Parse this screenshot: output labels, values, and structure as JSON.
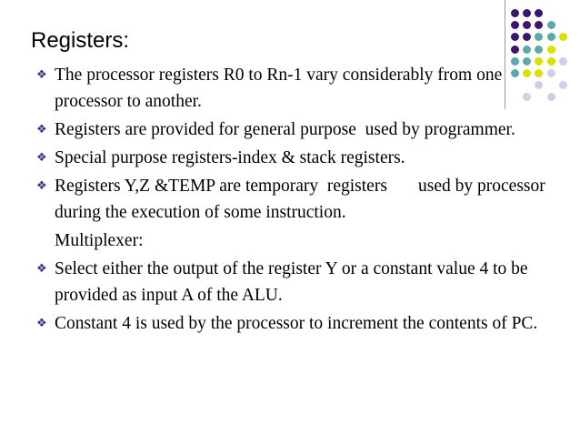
{
  "slide": {
    "title": "Registers:",
    "subheading": "Multiplexer:",
    "bullet_glyph": "❖",
    "bullets": [
      {
        "text": "The processor registers R0 to Rn-1 vary considerably from one processor to another."
      },
      {
        "text": "Registers are provided for general purpose  used by programmer."
      },
      {
        "text": "Special purpose registers-index & stack registers."
      },
      {
        "text": "Registers Y,Z &TEMP are temporary  registers       used by processor  during the execution of some instruction."
      },
      {
        "text": "Select either the output of the register Y or a constant value 4 to be provided as input A of the ALU."
      },
      {
        "text": "Constant 4 is used by the processor to increment the contents of PC."
      }
    ]
  },
  "decoration": {
    "colors": {
      "purple": "#3b1570",
      "teal": "#5fa8a8",
      "yellow": "#dede00",
      "lavender": "#cfcfe8",
      "rule": "#9a9a9a"
    },
    "dot_rows": [
      [
        "purple",
        "purple",
        "purple",
        "none",
        "none"
      ],
      [
        "purple",
        "purple",
        "purple",
        "teal",
        "none"
      ],
      [
        "purple",
        "purple",
        "teal",
        "teal",
        "yellow"
      ],
      [
        "purple",
        "teal",
        "teal",
        "yellow",
        "none"
      ],
      [
        "teal",
        "teal",
        "yellow",
        "yellow",
        "lavender"
      ],
      [
        "teal",
        "yellow",
        "yellow",
        "lavender",
        "none"
      ],
      [
        "none",
        "none",
        "lavender",
        "none",
        "lavender"
      ],
      [
        "none",
        "lavender",
        "none",
        "lavender",
        "none"
      ]
    ]
  }
}
